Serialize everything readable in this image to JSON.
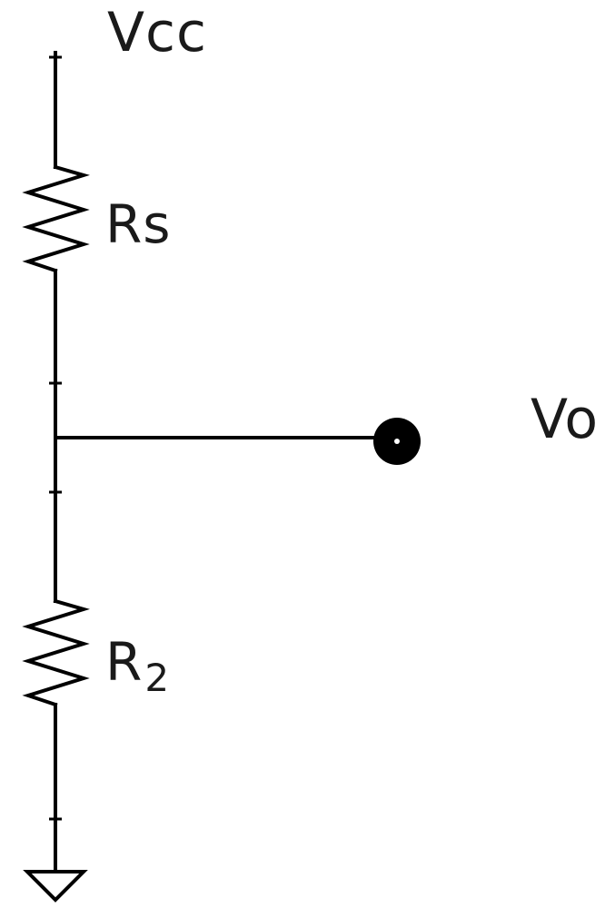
{
  "labels": {
    "vcc": "Vcc",
    "rs": "Rs",
    "r2_main": "R",
    "r2_sub": "2",
    "vo": "Vo"
  },
  "components": [
    {
      "kind": "supply",
      "name": "Vcc"
    },
    {
      "kind": "resistor",
      "name": "Rs"
    },
    {
      "kind": "resistor",
      "name": "R2"
    },
    {
      "kind": "output-node",
      "name": "Vo"
    },
    {
      "kind": "ground"
    }
  ]
}
